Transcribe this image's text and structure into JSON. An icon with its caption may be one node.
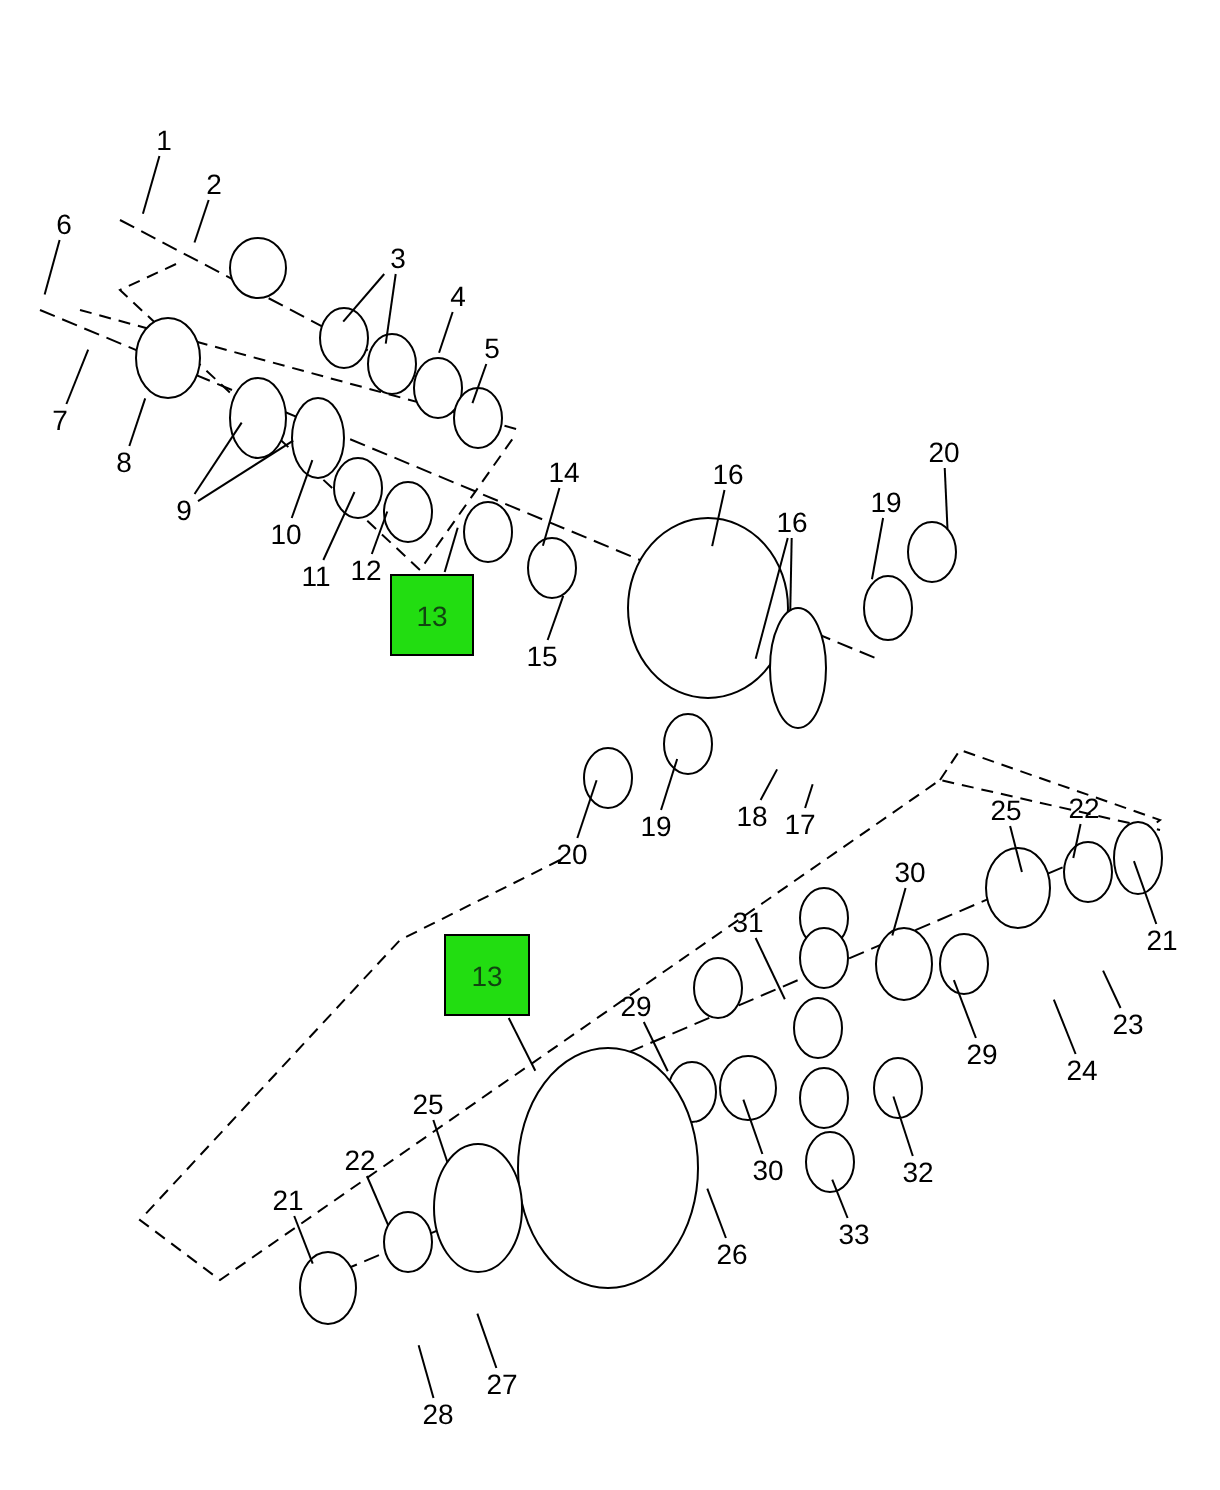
{
  "diagram": {
    "nodes": [
      {
        "text": [
          "1"
        ]
      },
      {
        "text": [
          "2"
        ]
      },
      {
        "text": [
          "3"
        ]
      },
      {
        "text": [
          "4"
        ]
      },
      {
        "text": [
          "5"
        ]
      },
      {
        "text": [
          "6"
        ]
      },
      {
        "text": [
          "7"
        ]
      },
      {
        "text": [
          "8"
        ]
      },
      {
        "text": [
          "9"
        ]
      },
      {
        "text": [
          "10"
        ]
      },
      {
        "text": [
          "11"
        ]
      },
      {
        "text": [
          "12"
        ]
      },
      {
        "text": [
          "13"
        ]
      },
      {
        "text": [
          "14"
        ]
      },
      {
        "text": [
          "15"
        ]
      },
      {
        "text": [
          "16"
        ]
      },
      {
        "text": [
          "16"
        ]
      },
      {
        "text": [
          "19"
        ]
      },
      {
        "text": [
          "20"
        ]
      },
      {
        "text": [
          "19"
        ]
      },
      {
        "text": [
          "20"
        ]
      },
      {
        "text": [
          "18"
        ]
      },
      {
        "text": [
          "17"
        ]
      },
      {
        "text": [
          "25"
        ]
      },
      {
        "text": [
          "22"
        ]
      },
      {
        "text": [
          "21"
        ]
      },
      {
        "text": [
          "30"
        ]
      },
      {
        "text": [
          "31"
        ]
      },
      {
        "text": [
          "13"
        ]
      },
      {
        "text": [
          "29"
        ]
      },
      {
        "text": [
          "29"
        ]
      },
      {
        "text": [
          "23"
        ]
      },
      {
        "text": [
          "24"
        ]
      },
      {
        "text": [
          "25"
        ]
      },
      {
        "text": [
          "22"
        ]
      },
      {
        "text": [
          "30"
        ]
      },
      {
        "text": [
          "32"
        ]
      },
      {
        "text": [
          "21"
        ]
      },
      {
        "text": [
          "26"
        ]
      },
      {
        "text": [
          "33"
        ]
      },
      {
        "text": [
          "27"
        ]
      },
      {
        "text": [
          "28"
        ]
      }
    ],
    "edges": [
      {
        "from": 0,
        "to": null,
        "arrow": "none"
      },
      {
        "from": 1,
        "to": null,
        "arrow": "none"
      },
      {
        "from": 2,
        "to": null,
        "arrow": "none"
      },
      {
        "from": 2,
        "to": null,
        "arrow": "none"
      },
      {
        "from": 3,
        "to": null,
        "arrow": "none"
      },
      {
        "from": 4,
        "to": null,
        "arrow": "none"
      },
      {
        "from": 5,
        "to": null,
        "arrow": "none"
      },
      {
        "from": 6,
        "to": null,
        "arrow": "none"
      },
      {
        "from": 7,
        "to": null,
        "arrow": "none"
      },
      {
        "from": 8,
        "to": null,
        "arrow": "none"
      },
      {
        "from": 8,
        "to": null,
        "arrow": "none"
      },
      {
        "from": 9,
        "to": null,
        "arrow": "none"
      },
      {
        "from": 10,
        "to": null,
        "arrow": "none"
      },
      {
        "from": 11,
        "to": null,
        "arrow": "none"
      },
      {
        "from": 12,
        "to": null,
        "arrow": "none"
      },
      {
        "from": 13,
        "to": null,
        "arrow": "none"
      },
      {
        "from": 14,
        "to": null,
        "arrow": "none"
      },
      {
        "from": 15,
        "to": null,
        "arrow": "none"
      },
      {
        "from": 16,
        "to": null,
        "arrow": "none"
      },
      {
        "from": 16,
        "to": null,
        "arrow": "none"
      },
      {
        "from": 17,
        "to": null,
        "arrow": "none"
      },
      {
        "from": 18,
        "to": null,
        "arrow": "none"
      },
      {
        "from": 19,
        "to": null,
        "arrow": "none"
      },
      {
        "from": 20,
        "to": null,
        "arrow": "none"
      },
      {
        "from": 21,
        "to": null,
        "arrow": "none"
      },
      {
        "from": 22,
        "to": null,
        "arrow": "none"
      },
      {
        "from": 23,
        "to": null,
        "arrow": "none"
      },
      {
        "from": 24,
        "to": null,
        "arrow": "none"
      },
      {
        "from": 25,
        "to": null,
        "arrow": "none"
      },
      {
        "from": 26,
        "to": null,
        "arrow": "none"
      },
      {
        "from": 27,
        "to": null,
        "arrow": "none"
      },
      {
        "from": 28,
        "to": null,
        "arrow": "none"
      },
      {
        "from": 29,
        "to": null,
        "arrow": "none"
      },
      {
        "from": 30,
        "to": null,
        "arrow": "none"
      },
      {
        "from": 31,
        "to": null,
        "arrow": "none"
      },
      {
        "from": 32,
        "to": null,
        "arrow": "none"
      },
      {
        "from": 33,
        "to": null,
        "arrow": "none"
      },
      {
        "from": 34,
        "to": null,
        "arrow": "none"
      },
      {
        "from": 35,
        "to": null,
        "arrow": "none"
      },
      {
        "from": 36,
        "to": null,
        "arrow": "none"
      },
      {
        "from": 37,
        "to": null,
        "arrow": "none"
      },
      {
        "from": 38,
        "to": null,
        "arrow": "none"
      },
      {
        "from": 39,
        "to": null,
        "arrow": "none"
      },
      {
        "from": 40,
        "to": null,
        "arrow": "none"
      },
      {
        "from": 41,
        "to": null,
        "arrow": "none"
      }
    ]
  }
}
